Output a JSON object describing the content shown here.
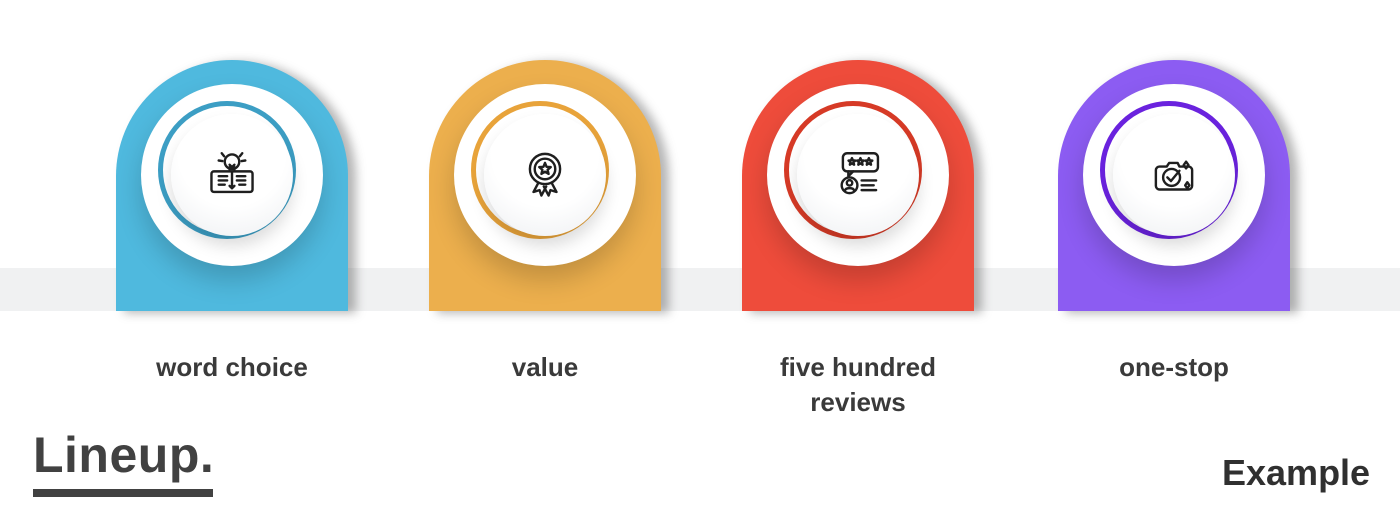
{
  "title": {
    "text": "Lineup."
  },
  "title_underline_color": "#414141",
  "footer_right": "Example",
  "band_color": "#F0F1F2",
  "steps": [
    {
      "label": "word choice",
      "arch_color": "#4FB9DE",
      "ring_color": "#3C9EC4",
      "icon": "open-book-lightbulb-icon"
    },
    {
      "label": "value",
      "arch_color": "#ECAF4D",
      "ring_color": "#E8A33A",
      "icon": "award-medal-star-icon"
    },
    {
      "label": "five hundred\nreviews",
      "arch_color": "#EE4C3B",
      "ring_color": "#D63A26",
      "icon": "customer-review-stars-icon"
    },
    {
      "label": "one-stop",
      "arch_color": "#8C5CF2",
      "ring_color": "#6A22DE",
      "icon": "camera-checkmark-icon"
    }
  ]
}
